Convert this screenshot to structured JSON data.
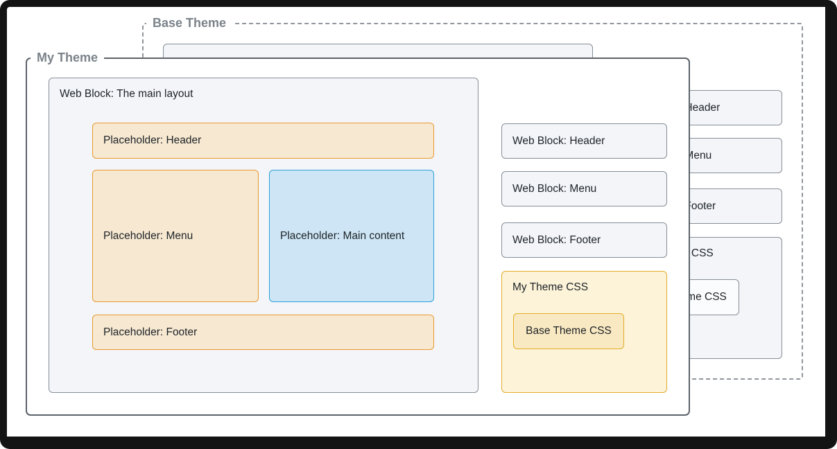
{
  "colors": {
    "accent_orange": "#e9992e",
    "accent_blue": "#2ca2da",
    "accent_yellow": "#e3ac28",
    "neutral_box_fill": "#f3f5f9",
    "neutral_box_border": "#868e96",
    "orange_fill": "#f6e8d1",
    "blue_fill": "#cde5f4",
    "yellow_fill": "#fcf3d8",
    "yellow_fill_deep": "#f9e9c2",
    "panel_border": "#5b6269",
    "title_gray": "#7b838a",
    "text_dark": "#1d2227"
  },
  "base_theme": {
    "title": "Base Theme",
    "web_block_header": "Web Block: Header",
    "web_block_menu": "Web Block: Menu",
    "web_block_footer": "Web Block: Footer",
    "css_box_label": "Base Theme CSS",
    "css_nested_label": "Base Theme CSS"
  },
  "my_theme": {
    "title": "My Theme",
    "main_layout_label": "Web Block: The main layout",
    "placeholder_header": "Placeholder: Header",
    "placeholder_menu": "Placeholder: Menu",
    "placeholder_main": "Placeholder: Main content",
    "placeholder_footer": "Placeholder: Footer",
    "web_block_header": "Web Block: Header",
    "web_block_menu": "Web Block: Menu",
    "web_block_footer": "Web Block: Footer",
    "css_box_label": "My Theme CSS",
    "css_nested_label": "Base Theme CSS"
  }
}
